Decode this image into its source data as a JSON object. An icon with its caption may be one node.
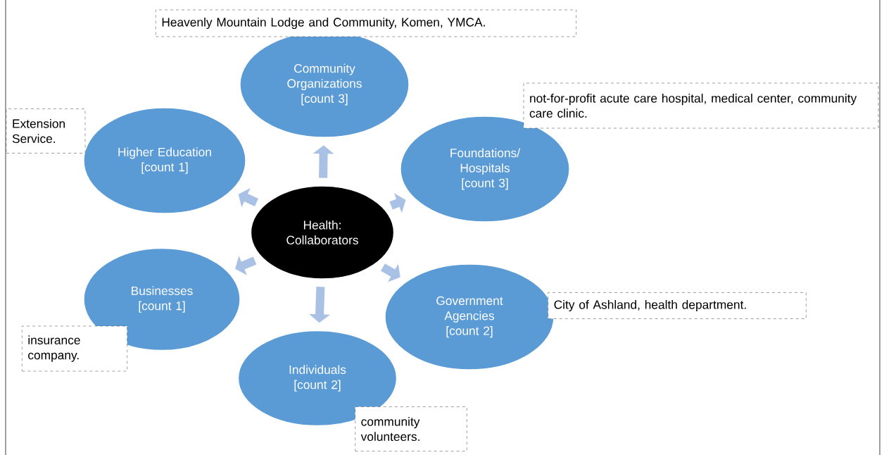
{
  "diagram": {
    "nodes": [
      {
        "text": [
          "Health: Collaborators"
        ]
      },
      {
        "text": [
          "Community Organizations",
          "[count 3]"
        ]
      },
      {
        "text": [
          "Higher Education",
          "[count 1]"
        ]
      },
      {
        "text": [
          "Foundations/ Hospitals",
          "[count 3]"
        ]
      },
      {
        "text": [
          "Businesses",
          "[count 1]"
        ]
      },
      {
        "text": [
          "Government Agencies",
          "[count 2]"
        ]
      },
      {
        "text": [
          "Individuals",
          "[count 2]"
        ]
      },
      {
        "text": [
          "Heavenly Mountain Lodge and Community, Komen, YMCA."
        ]
      },
      {
        "text": [
          "not-for-profit acute care hospital, medical center, community care clinic."
        ]
      },
      {
        "text": [
          "Extension Service."
        ]
      },
      {
        "text": [
          "City of Ashland, health department."
        ]
      },
      {
        "text": [
          "insurance company."
        ]
      },
      {
        "text": [
          "community volunteers."
        ]
      }
    ],
    "edges": [
      {
        "from": 0,
        "to": 1,
        "arrow": "to"
      },
      {
        "from": 0,
        "to": 2,
        "arrow": "to"
      },
      {
        "from": 0,
        "to": 3,
        "arrow": "to"
      },
      {
        "from": 0,
        "to": 4,
        "arrow": "to"
      },
      {
        "from": 0,
        "to": 5,
        "arrow": "to"
      },
      {
        "from": 0,
        "to": 6,
        "arrow": "to"
      }
    ]
  }
}
